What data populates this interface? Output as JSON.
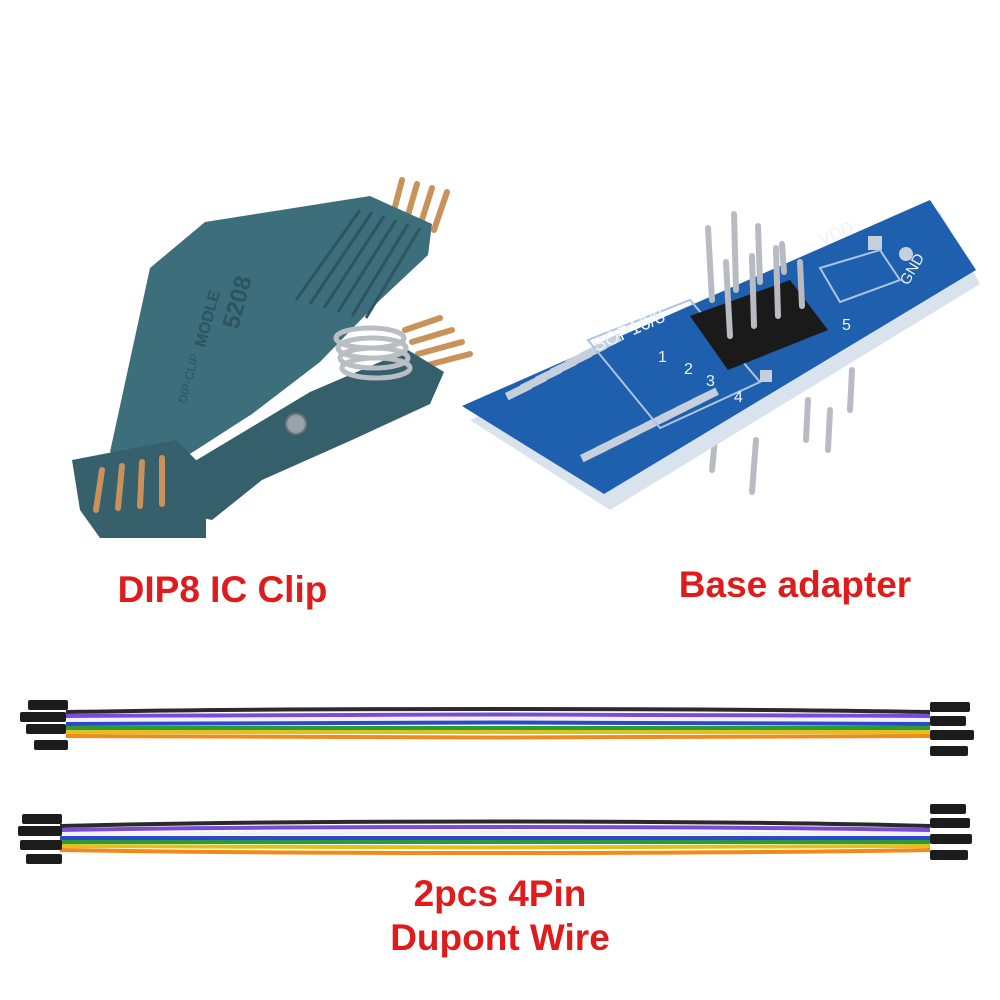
{
  "captions": {
    "clip": "DIP8 IC Clip",
    "adapter": "Base adapter",
    "wire_line1": "2pcs 4Pin",
    "wire_line2": "Dupont Wire"
  },
  "board_labels": {
    "vdd": "VDD",
    "gnd": "GND",
    "model": "SOP16/8",
    "pins": [
      "1",
      "2",
      "3",
      "4",
      "5"
    ]
  },
  "clip_markings": {
    "number": "5208",
    "model": "MODLE",
    "type": "DIP-CLIP"
  },
  "colors": {
    "caption": "#e01b1b",
    "clip_body": "#3d6e7c",
    "clip_shade": "#2c5561",
    "pcb": "#1e5fae",
    "pcb_dark": "#164a8a",
    "pad": "#c6cfdc",
    "gold_pin": "#c8925a",
    "header_pin": "#b8bcc2",
    "header_body": "#1a1a1a",
    "wires": [
      "#2a2a2a",
      "#7a4bd6",
      "#f2f2f2",
      "#2d48c8",
      "#2b9b3a",
      "#e0c21a",
      "#f08a1a"
    ]
  }
}
